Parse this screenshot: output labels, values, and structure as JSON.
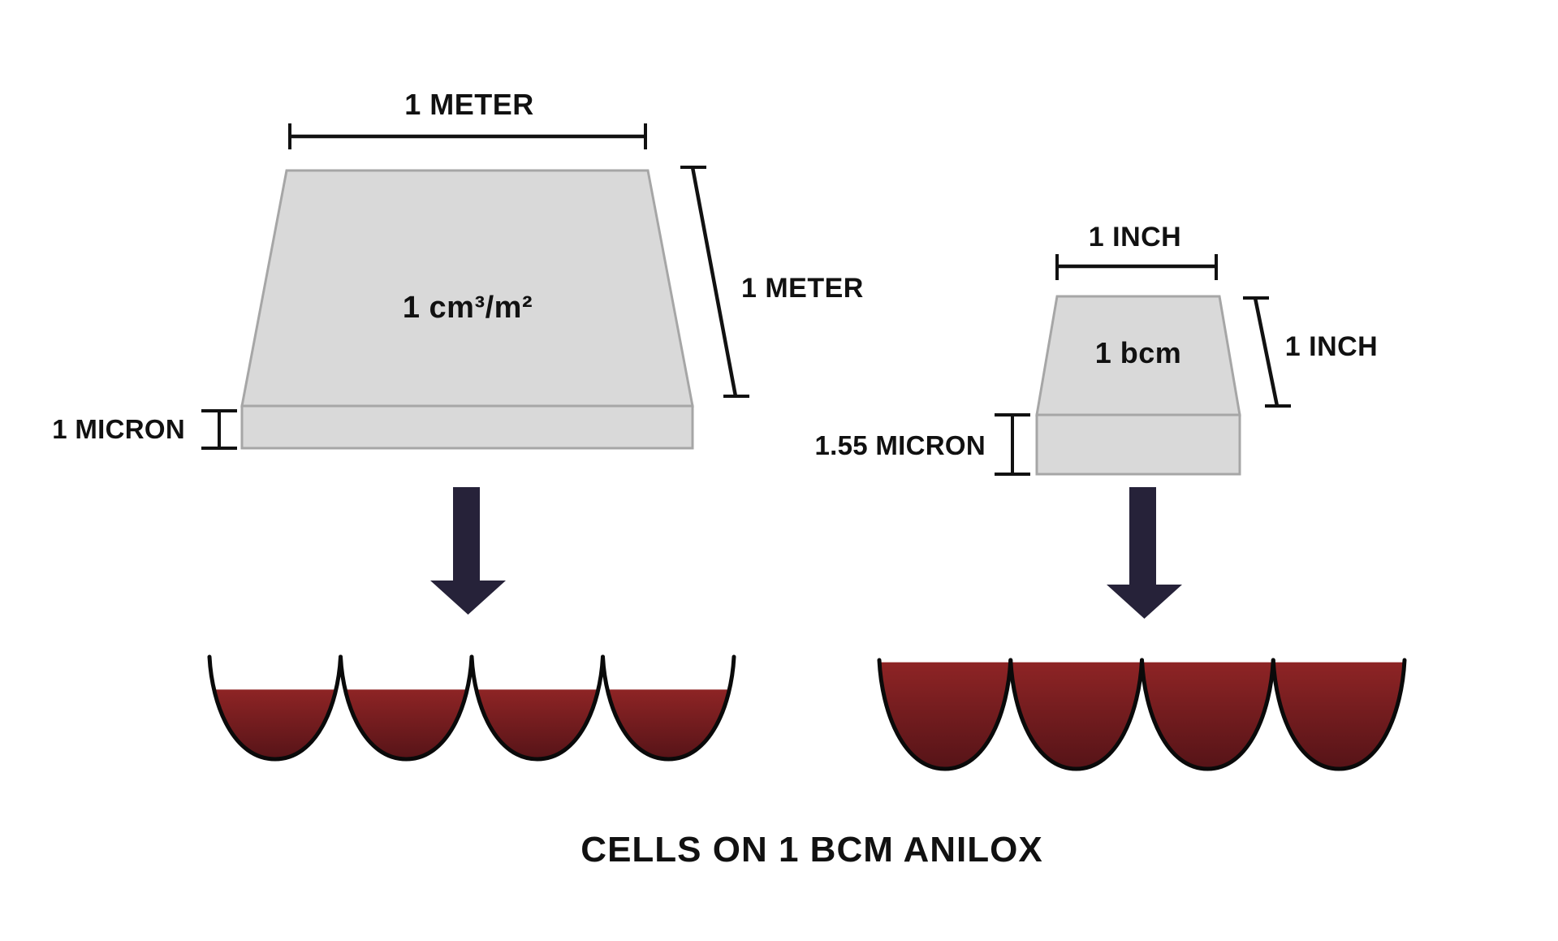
{
  "colors": {
    "page_background": "#ffffff",
    "slab_fill": "#d9d9d9",
    "slab_border": "#a6a6a6",
    "dimension_line": "#111111",
    "text": "#111111",
    "arrow": "#262239",
    "ink_top": "#8e2425",
    "ink_bottom": "#541317",
    "cell_stroke": "#0a0a0a"
  },
  "metric_slab": {
    "top_width_label": "1 METER",
    "side_depth_label": "1 METER",
    "thickness_label": "1 MICRON",
    "volume_label": "1 cm³/m²"
  },
  "bcm_slab": {
    "top_width_label": "1 INCH",
    "side_depth_label": "1 INCH",
    "thickness_label": "1.55 MICRON",
    "volume_label": "1 bcm"
  },
  "cells": {
    "left_row": {
      "count": 4,
      "ink_fill_percent": 68
    },
    "right_row": {
      "count": 4,
      "ink_fill_percent": 98
    }
  },
  "caption": "CELLS ON 1 BCM ANILOX"
}
